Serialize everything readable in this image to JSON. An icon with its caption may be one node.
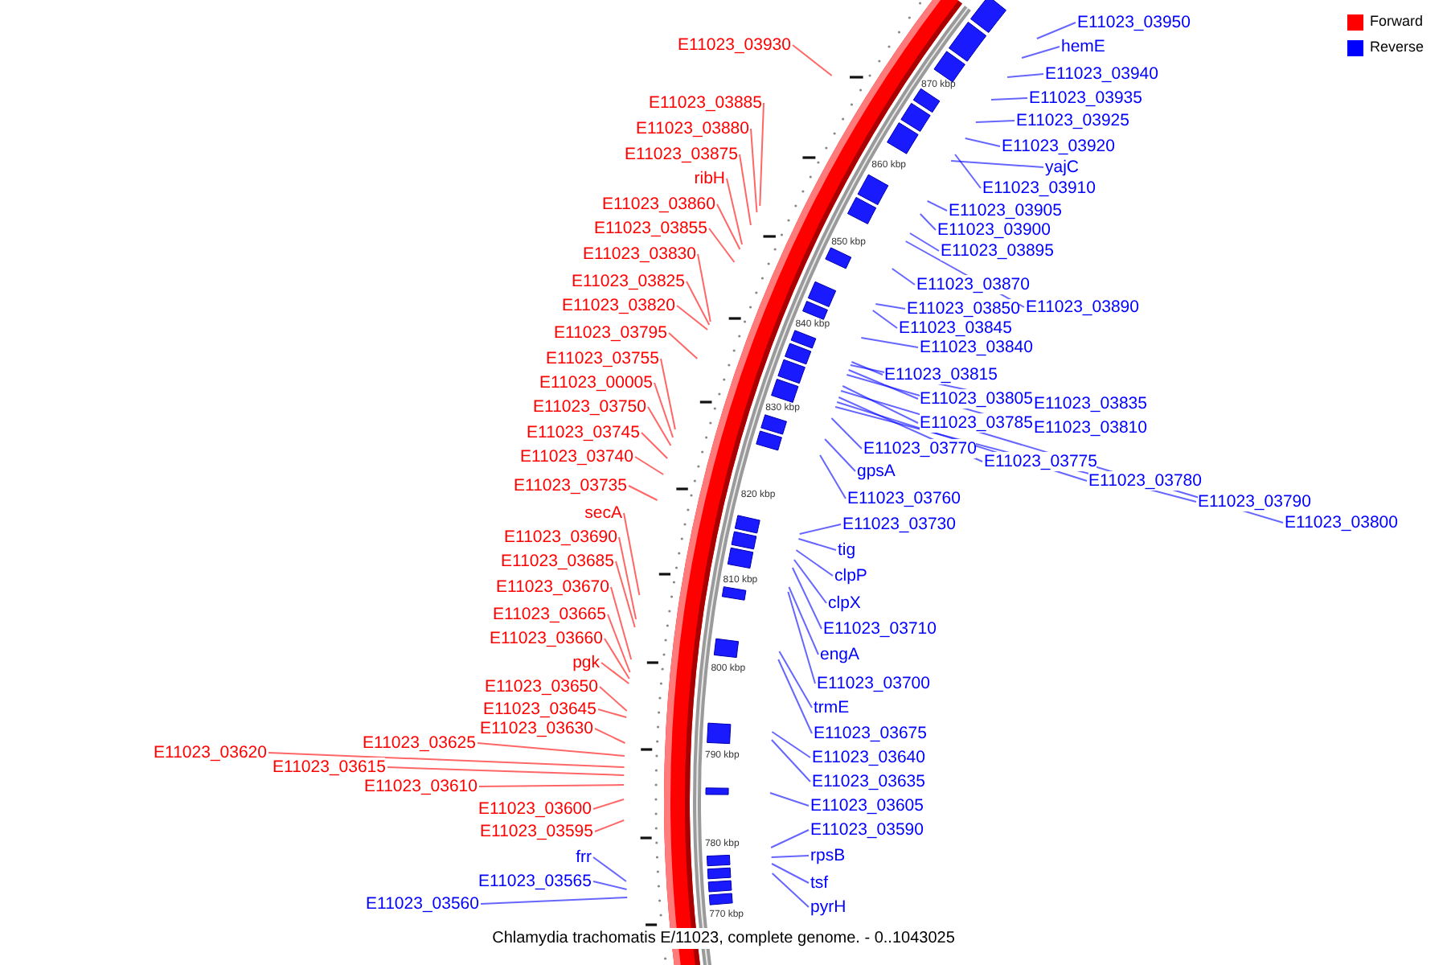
{
  "diagram": {
    "caption": "Chlamydia trachomatis E/11023, complete genome. - 0..1043025",
    "nodes": [
      {
        "text": [
          "E11023_03930"
        ]
      },
      {
        "text": [
          "E11023_03885"
        ]
      },
      {
        "text": [
          "E11023_03880"
        ]
      },
      {
        "text": [
          "E11023_03875"
        ]
      },
      {
        "text": [
          "ribH"
        ]
      },
      {
        "text": [
          "E11023_03860"
        ]
      },
      {
        "text": [
          "E11023_03855"
        ]
      },
      {
        "text": [
          "E11023_03830"
        ]
      },
      {
        "text": [
          "E11023_03825"
        ]
      },
      {
        "text": [
          "E11023_03820"
        ]
      },
      {
        "text": [
          "E11023_03795"
        ]
      },
      {
        "text": [
          "E11023_03755"
        ]
      },
      {
        "text": [
          "E11023_00005"
        ]
      },
      {
        "text": [
          "E11023_03750"
        ]
      },
      {
        "text": [
          "E11023_03745"
        ]
      },
      {
        "text": [
          "E11023_03740"
        ]
      },
      {
        "text": [
          "E11023_03735"
        ]
      },
      {
        "text": [
          "secA"
        ]
      },
      {
        "text": [
          "E11023_03690"
        ]
      },
      {
        "text": [
          "E11023_03685"
        ]
      },
      {
        "text": [
          "E11023_03670"
        ]
      },
      {
        "text": [
          "E11023_03665"
        ]
      },
      {
        "text": [
          "E11023_03660"
        ]
      },
      {
        "text": [
          "pgk"
        ]
      },
      {
        "text": [
          "E11023_03650"
        ]
      },
      {
        "text": [
          "E11023_03645"
        ]
      },
      {
        "text": [
          "E11023_03625"
        ]
      },
      {
        "text": [
          "E11023_03630"
        ]
      },
      {
        "text": [
          "E11023_03620"
        ]
      },
      {
        "text": [
          "E11023_03615"
        ]
      },
      {
        "text": [
          "E11023_03610"
        ]
      },
      {
        "text": [
          "E11023_03600"
        ]
      },
      {
        "text": [
          "E11023_03595"
        ]
      },
      {
        "text": [
          "frr"
        ]
      },
      {
        "text": [
          "E11023_03565"
        ]
      },
      {
        "text": [
          "E11023_03560"
        ]
      },
      {
        "text": [
          "E11023_03950"
        ]
      },
      {
        "text": [
          "hemE"
        ]
      },
      {
        "text": [
          "E11023_03940"
        ]
      },
      {
        "text": [
          "E11023_03935"
        ]
      },
      {
        "text": [
          "E11023_03925"
        ]
      },
      {
        "text": [
          "E11023_03920"
        ]
      },
      {
        "text": [
          "E11023_03910"
        ]
      },
      {
        "text": [
          "E11023_03905"
        ]
      },
      {
        "text": [
          "yajC"
        ]
      },
      {
        "text": [
          "E11023_03900"
        ]
      },
      {
        "text": [
          "E11023_03895"
        ]
      },
      {
        "text": [
          "E11023_03870"
        ]
      },
      {
        "text": [
          "E11023_03850"
        ]
      },
      {
        "text": [
          "E11023_03890"
        ]
      },
      {
        "text": [
          "E11023_03845"
        ]
      },
      {
        "text": [
          "E11023_03840"
        ]
      },
      {
        "text": [
          "E11023_03815"
        ]
      },
      {
        "text": [
          "E11023_03805"
        ]
      },
      {
        "text": [
          "E11023_03835"
        ]
      },
      {
        "text": [
          "E11023_03785"
        ]
      },
      {
        "text": [
          "E11023_03810"
        ]
      },
      {
        "text": [
          "E11023_03770"
        ]
      },
      {
        "text": [
          "E11023_03775"
        ]
      },
      {
        "text": [
          "gpsA"
        ]
      },
      {
        "text": [
          "E11023_03780"
        ]
      },
      {
        "text": [
          "E11023_03790"
        ]
      },
      {
        "text": [
          "E11023_03800"
        ]
      },
      {
        "text": [
          "E11023_03760"
        ]
      },
      {
        "text": [
          "E11023_03730"
        ]
      },
      {
        "text": [
          "tig"
        ]
      },
      {
        "text": [
          "clpP"
        ]
      },
      {
        "text": [
          "clpX"
        ]
      },
      {
        "text": [
          "E11023_03710"
        ]
      },
      {
        "text": [
          "engA"
        ]
      },
      {
        "text": [
          "E11023_03700"
        ]
      },
      {
        "text": [
          "trmE"
        ]
      },
      {
        "text": [
          "E11023_03675"
        ]
      },
      {
        "text": [
          "E11023_03640"
        ]
      },
      {
        "text": [
          "E11023_03635"
        ]
      },
      {
        "text": [
          "E11023_03605"
        ]
      },
      {
        "text": [
          "E11023_03590"
        ]
      },
      {
        "text": [
          "rpsB"
        ]
      },
      {
        "text": [
          "tsf"
        ]
      },
      {
        "text": [
          "pyrH"
        ]
      }
    ],
    "edges": [
      {
        "from": 0,
        "to": null,
        "arrow": "none",
        "color": "#ff0000"
      },
      {
        "from": 1,
        "to": null,
        "arrow": "none",
        "color": "#ff0000"
      },
      {
        "from": 2,
        "to": null,
        "arrow": "none",
        "color": "#ff0000"
      },
      {
        "from": 3,
        "to": null,
        "arrow": "none",
        "color": "#ff0000"
      },
      {
        "from": 4,
        "to": null,
        "arrow": "none",
        "color": "#ff0000"
      },
      {
        "from": 5,
        "to": null,
        "arrow": "none",
        "color": "#ff0000"
      },
      {
        "from": 6,
        "to": null,
        "arrow": "none",
        "color": "#ff0000"
      },
      {
        "from": 7,
        "to": null,
        "arrow": "none",
        "color": "#ff0000"
      },
      {
        "from": 8,
        "to": null,
        "arrow": "none",
        "color": "#ff0000"
      },
      {
        "from": 9,
        "to": null,
        "arrow": "none",
        "color": "#ff0000"
      },
      {
        "from": 10,
        "to": null,
        "arrow": "none",
        "color": "#ff0000"
      },
      {
        "from": 11,
        "to": null,
        "arrow": "none",
        "color": "#ff0000"
      },
      {
        "from": 12,
        "to": null,
        "arrow": "none",
        "color": "#ff0000"
      },
      {
        "from": 13,
        "to": null,
        "arrow": "none",
        "color": "#ff0000"
      },
      {
        "from": 14,
        "to": null,
        "arrow": "none",
        "color": "#ff0000"
      },
      {
        "from": 15,
        "to": null,
        "arrow": "none",
        "color": "#ff0000"
      },
      {
        "from": 16,
        "to": null,
        "arrow": "none",
        "color": "#ff0000"
      },
      {
        "from": 17,
        "to": null,
        "arrow": "none",
        "color": "#ff0000"
      },
      {
        "from": 18,
        "to": null,
        "arrow": "none",
        "color": "#ff0000"
      },
      {
        "from": 19,
        "to": null,
        "arrow": "none",
        "color": "#ff0000"
      },
      {
        "from": 20,
        "to": null,
        "arrow": "none",
        "color": "#ff0000"
      },
      {
        "from": 21,
        "to": null,
        "arrow": "none",
        "color": "#ff0000"
      },
      {
        "from": 22,
        "to": null,
        "arrow": "none",
        "color": "#ff0000"
      },
      {
        "from": 23,
        "to": null,
        "arrow": "none",
        "color": "#ff0000"
      },
      {
        "from": 24,
        "to": null,
        "arrow": "none",
        "color": "#ff0000"
      },
      {
        "from": 25,
        "to": null,
        "arrow": "none",
        "color": "#ff0000"
      },
      {
        "from": 26,
        "to": null,
        "arrow": "none",
        "color": "#ff0000"
      },
      {
        "from": 27,
        "to": null,
        "arrow": "none",
        "color": "#ff0000"
      },
      {
        "from": 28,
        "to": null,
        "arrow": "none",
        "color": "#ff0000"
      },
      {
        "from": 29,
        "to": null,
        "arrow": "none",
        "color": "#ff0000"
      },
      {
        "from": 30,
        "to": null,
        "arrow": "none",
        "color": "#ff0000"
      },
      {
        "from": 31,
        "to": null,
        "arrow": "none",
        "color": "#ff0000"
      },
      {
        "from": 32,
        "to": null,
        "arrow": "none",
        "color": "#ff0000"
      },
      {
        "from": 33,
        "to": null,
        "arrow": "none"
      },
      {
        "from": 34,
        "to": null,
        "arrow": "none"
      },
      {
        "from": 35,
        "to": null,
        "arrow": "none"
      },
      {
        "from": 36,
        "to": null,
        "arrow": "none"
      },
      {
        "from": 37,
        "to": null,
        "arrow": "none"
      },
      {
        "from": 38,
        "to": null,
        "arrow": "none"
      },
      {
        "from": 39,
        "to": null,
        "arrow": "none"
      },
      {
        "from": 40,
        "to": null,
        "arrow": "none"
      },
      {
        "from": 41,
        "to": null,
        "arrow": "none"
      },
      {
        "from": 42,
        "to": null,
        "arrow": "none"
      },
      {
        "from": 43,
        "to": null,
        "arrow": "none"
      },
      {
        "from": 44,
        "to": null,
        "arrow": "none"
      },
      {
        "from": 45,
        "to": null,
        "arrow": "none"
      },
      {
        "from": 46,
        "to": null,
        "arrow": "none"
      },
      {
        "from": 47,
        "to": null,
        "arrow": "none"
      },
      {
        "from": 48,
        "to": null,
        "arrow": "none"
      },
      {
        "from": 49,
        "to": null,
        "arrow": "none"
      },
      {
        "from": 50,
        "to": null,
        "arrow": "none"
      },
      {
        "from": 51,
        "to": null,
        "arrow": "none"
      },
      {
        "from": 52,
        "to": null,
        "arrow": "none"
      },
      {
        "from": 53,
        "to": null,
        "arrow": "none"
      },
      {
        "from": 54,
        "to": null,
        "arrow": "none"
      },
      {
        "from": 55,
        "to": null,
        "arrow": "none"
      },
      {
        "from": 56,
        "to": null,
        "arrow": "none"
      },
      {
        "from": 57,
        "to": null,
        "arrow": "none"
      },
      {
        "from": 58,
        "to": null,
        "arrow": "none"
      },
      {
        "from": 59,
        "to": null,
        "arrow": "none"
      },
      {
        "from": 60,
        "to": null,
        "arrow": "none"
      },
      {
        "from": 61,
        "to": null,
        "arrow": "none"
      },
      {
        "from": 62,
        "to": null,
        "arrow": "none"
      },
      {
        "from": 63,
        "to": null,
        "arrow": "none"
      },
      {
        "from": 64,
        "to": null,
        "arrow": "none"
      },
      {
        "from": 65,
        "to": null,
        "arrow": "none"
      },
      {
        "from": 66,
        "to": null,
        "arrow": "none"
      },
      {
        "from": 67,
        "to": null,
        "arrow": "none"
      },
      {
        "from": 68,
        "to": null,
        "arrow": "none"
      },
      {
        "from": 69,
        "to": null,
        "arrow": "none"
      },
      {
        "from": 70,
        "to": null,
        "arrow": "none"
      },
      {
        "from": 71,
        "to": null,
        "arrow": "none"
      },
      {
        "from": 72,
        "to": null,
        "arrow": "none"
      },
      {
        "from": 73,
        "to": null,
        "arrow": "none"
      },
      {
        "from": 74,
        "to": null,
        "arrow": "none"
      },
      {
        "from": 75,
        "to": null,
        "arrow": "none"
      },
      {
        "from": 76,
        "to": null,
        "arrow": "none"
      },
      {
        "from": 77,
        "to": null,
        "arrow": "none"
      },
      {
        "from": 78,
        "to": null,
        "arrow": "none"
      },
      {
        "from": 79,
        "to": null,
        "arrow": "none"
      }
    ],
    "labels": [
      "870 kbp",
      "860 kbp",
      "850 kbp",
      "840 kbp",
      "830 kbp",
      "820 kbp",
      "810 kbp",
      "800 kbp",
      "790 kbp",
      "780 kbp",
      "770 kbp"
    ],
    "legend": [
      {
        "text": "Forward",
        "color": "#ff0000"
      },
      {
        "text": "Reverse",
        "color": "#0000ff"
      }
    ]
  }
}
